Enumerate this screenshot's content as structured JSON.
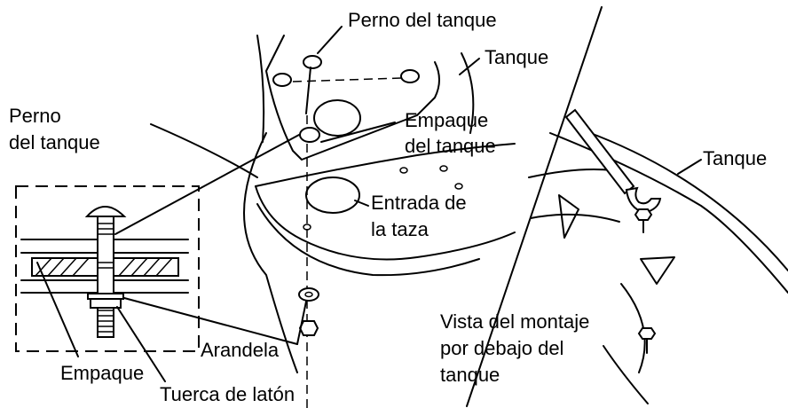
{
  "labels": {
    "tank_bolt_top": "Perno del tanque",
    "tank_top": "Tanque",
    "tank_bolt_left_line1": "Perno",
    "tank_bolt_left_line2": "del tanque",
    "tank_gasket_line1": "Empaque",
    "tank_gasket_line2": "del tanque",
    "bowl_inlet_line1": "Entrada de",
    "bowl_inlet_line2": "la taza",
    "washer": "Arandela",
    "gasket": "Empaque",
    "brass_nut": "Tuerca de latón",
    "tank_right": "Tanque",
    "view_line1": "Vista del montaje",
    "view_line2": "por debajo del",
    "view_line3": "tanque"
  }
}
